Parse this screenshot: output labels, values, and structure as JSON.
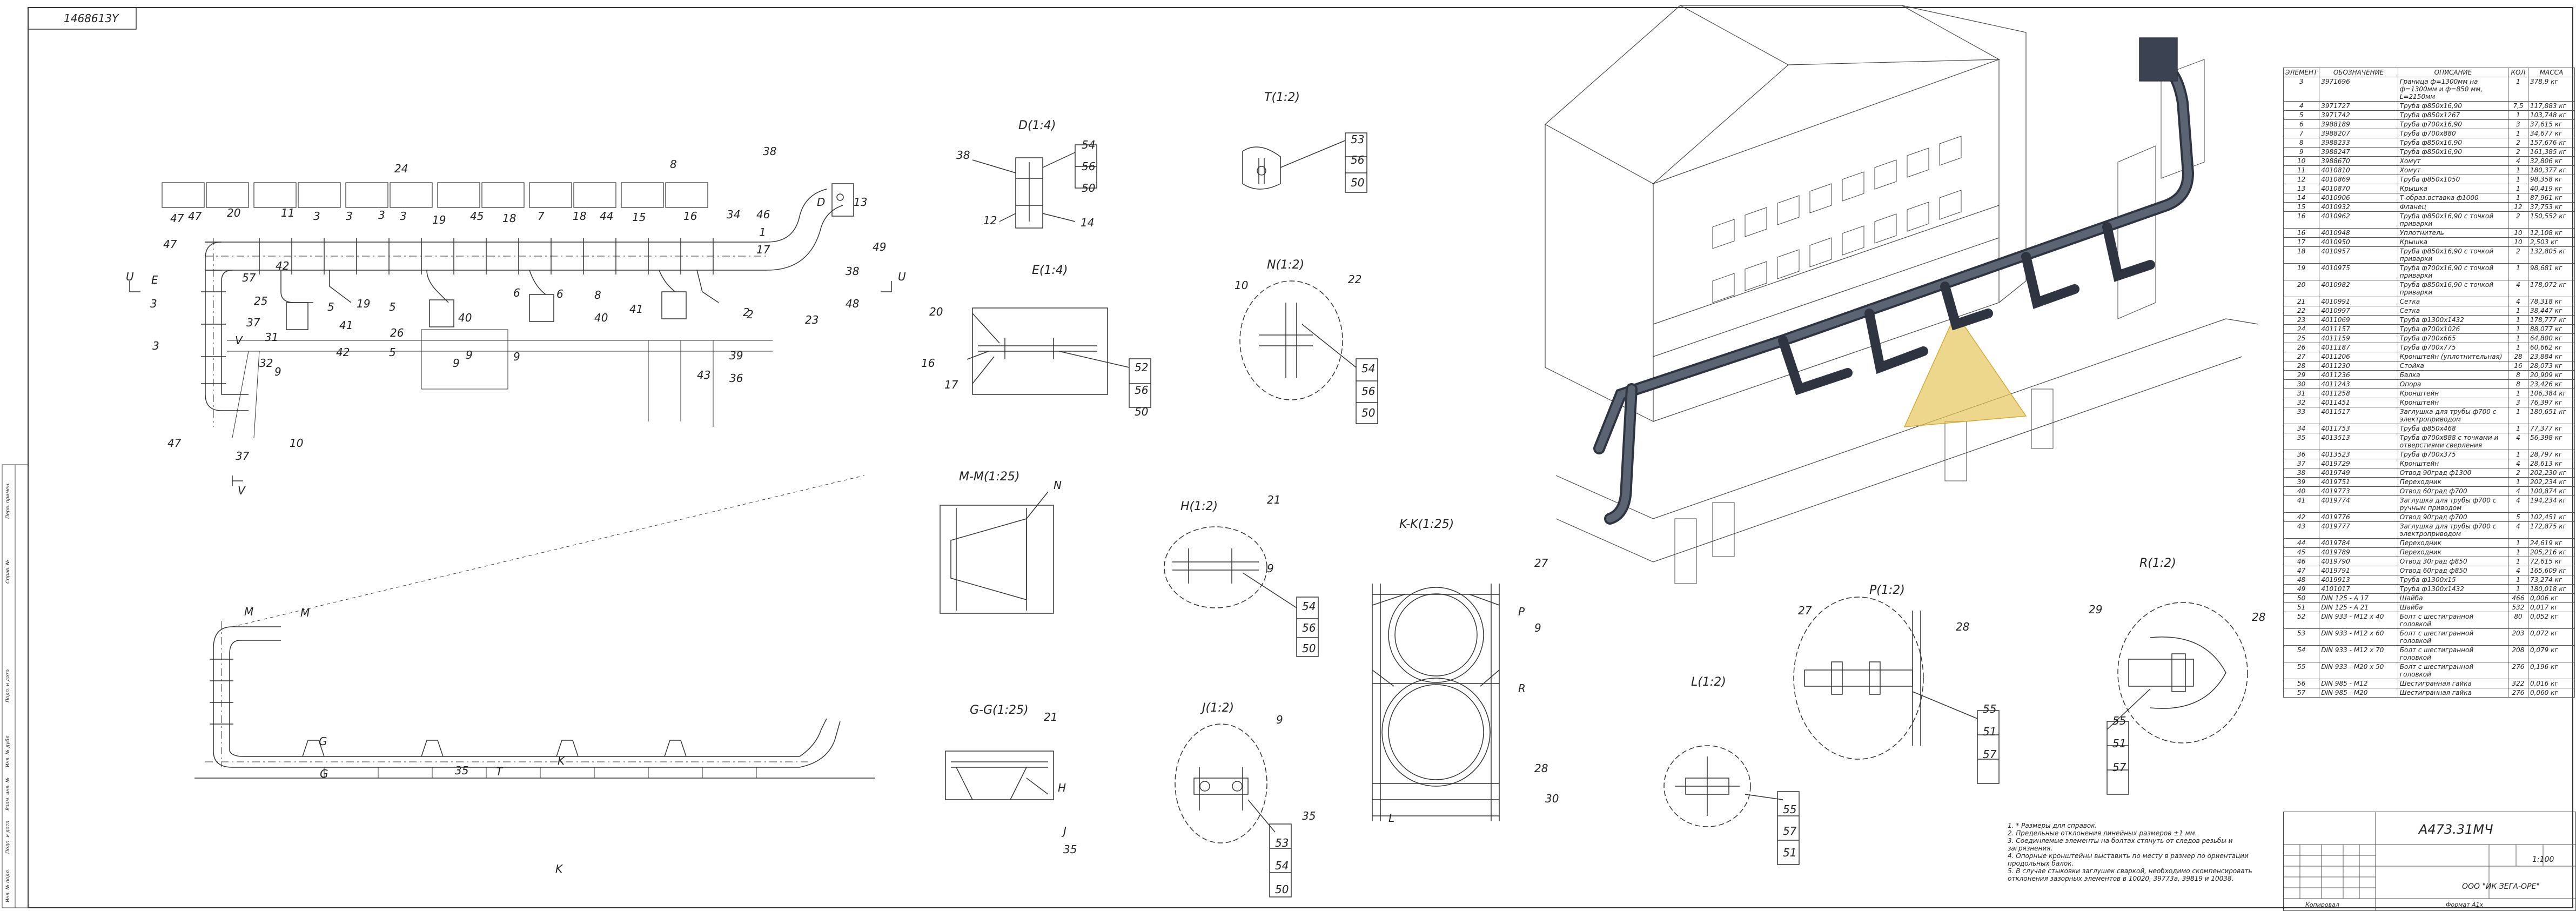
{
  "drawing": {
    "doc_number": "1468613Y",
    "views": {
      "d": "D(1:4)",
      "e": "E(1:4)",
      "t": "T(1:2)",
      "n": "N(1:2)",
      "mm": "M-M(1:25)",
      "h": "H(1:2)",
      "kk": "K-K(1:25)",
      "gg": "G-G(1:25)",
      "j": "J(1:2)",
      "l": "L(1:2)",
      "p": "P(1:2)",
      "r": "R(1:2)"
    },
    "plan_callouts": [
      "47",
      "20",
      "11",
      "3",
      "3",
      "3",
      "24",
      "3",
      "19",
      "45",
      "18",
      "7",
      "18",
      "44",
      "15",
      "8",
      "16",
      "34",
      "46",
      "38",
      "D",
      "13",
      "47",
      "42",
      "57",
      "25",
      "37",
      "31",
      "32",
      "47",
      "9",
      "5",
      "41",
      "42",
      "19",
      "5",
      "26",
      "9",
      "40",
      "6",
      "9",
      "6",
      "8",
      "40",
      "41",
      "43",
      "36",
      "39",
      "17",
      "2",
      "23",
      "48",
      "49",
      "38",
      "47",
      "37",
      "10",
      "3",
      "E",
      "U",
      "U",
      "V",
      "V",
      "3",
      "2",
      "1",
      "9",
      "5"
    ],
    "elev_callouts": [
      "M",
      "M",
      "G",
      "35",
      "T",
      "K",
      "K",
      "G"
    ],
    "detail_callouts": {
      "d": [
        "38",
        "54",
        "56",
        "50",
        "12",
        "14"
      ],
      "e": [
        "20",
        "16",
        "17",
        "52",
        "56",
        "50"
      ],
      "t": [
        "53",
        "56",
        "50"
      ],
      "n": [
        "10",
        "22",
        "54",
        "56",
        "50"
      ],
      "mm": [
        "N"
      ],
      "h": [
        "21",
        "9",
        "54",
        "56",
        "50"
      ],
      "kk": [
        "27",
        "P",
        "9",
        "R",
        "28",
        "30",
        "L"
      ],
      "gg": [
        "21",
        "H",
        "J",
        "35"
      ],
      "j": [
        "9",
        "35",
        "53",
        "54",
        "50"
      ],
      "l": [
        "55",
        "57",
        "51"
      ],
      "p": [
        "27",
        "28",
        "55",
        "51",
        "57"
      ],
      "r": [
        "29",
        "28",
        "55",
        "51",
        "57"
      ]
    }
  },
  "bom": {
    "headers": [
      "ЭЛЕМЕНТ",
      "ОБОЗНАЧЕНИЕ",
      "ОПИСАНИЕ",
      "КОЛ",
      "МАССА"
    ],
    "rows": [
      [
        "3",
        "3971696",
        "Граница ф=1300мм на ф=1300мм и ф=850 мм, L=2150мм",
        "1",
        "378,9 кг"
      ],
      [
        "4",
        "3971727",
        "Труба ф850х16,90",
        "7,5",
        "117,883 кг"
      ],
      [
        "5",
        "3971742",
        "Труба ф850х1267",
        "1",
        "103,748 кг"
      ],
      [
        "6",
        "3988189",
        "Труба ф700х16,90",
        "3",
        "37,615 кг"
      ],
      [
        "7",
        "3988207",
        "Труба ф700х880",
        "1",
        "34,677 кг"
      ],
      [
        "8",
        "3988233",
        "Труба ф850х16,90",
        "2",
        "157,676 кг"
      ],
      [
        "9",
        "3988247",
        "Труба ф850х16,90",
        "2",
        "161,385 кг"
      ],
      [
        "10",
        "3988670",
        "Хомут",
        "4",
        "32,806 кг"
      ],
      [
        "11",
        "4010810",
        "Хомут",
        "1",
        "180,377 кг"
      ],
      [
        "12",
        "4010869",
        "Труба ф850х1050",
        "1",
        "98,358 кг"
      ],
      [
        "13",
        "4010870",
        "Крышка",
        "1",
        "40,419 кг"
      ],
      [
        "14",
        "4010906",
        "Т-образ.вставка ф1000",
        "1",
        "87,961 кг"
      ],
      [
        "15",
        "4010932",
        "Фланец",
        "12",
        "37,753 кг"
      ],
      [
        "16",
        "4010962",
        "Труба ф850х16,90 с точкой приварки",
        "2",
        "150,552 кг"
      ],
      [
        "16",
        "4010948",
        "Уплотнитель",
        "10",
        "12,108 кг"
      ],
      [
        "17",
        "4010950",
        "Крышка",
        "10",
        "2,503 кг"
      ],
      [
        "18",
        "4010957",
        "Труба ф850х16,90 с точкой приварки",
        "2",
        "132,805 кг"
      ],
      [
        "19",
        "4010975",
        "Труба ф700х16,90 с точкой приварки",
        "1",
        "98,681 кг"
      ],
      [
        "20",
        "4010982",
        "Труба ф850х16,90 с точкой приварки",
        "4",
        "178,072 кг"
      ],
      [
        "21",
        "4010991",
        "Сетка",
        "4",
        "78,318 кг"
      ],
      [
        "22",
        "4010997",
        "Сетка",
        "1",
        "38,447 кг"
      ],
      [
        "23",
        "4011069",
        "Труба ф1300х1432",
        "1",
        "178,777 кг"
      ],
      [
        "24",
        "4011157",
        "Труба ф700х1026",
        "1",
        "88,077 кг"
      ],
      [
        "25",
        "4011159",
        "Труба ф700х665",
        "1",
        "64,800 кг"
      ],
      [
        "26",
        "4011187",
        "Труба ф700х775",
        "1",
        "60,662 кг"
      ],
      [
        "27",
        "4011206",
        "Кронштейн (уплотнительная)",
        "28",
        "23,884 кг"
      ],
      [
        "28",
        "4011230",
        "Стойка",
        "16",
        "28,073 кг"
      ],
      [
        "29",
        "4011236",
        "Балка",
        "8",
        "20,909 кг"
      ],
      [
        "30",
        "4011243",
        "Опора",
        "8",
        "23,426 кг"
      ],
      [
        "31",
        "4011258",
        "Кронштейн",
        "1",
        "106,384 кг"
      ],
      [
        "32",
        "4011451",
        "Кронштейн",
        "3",
        "76,397 кг"
      ],
      [
        "33",
        "4011517",
        "Заглушка для трубы ф700 с электроприводом",
        "1",
        "180,651 кг"
      ],
      [
        "34",
        "4011753",
        "Труба ф850х468",
        "1",
        "77,377 кг"
      ],
      [
        "35",
        "4013513",
        "Труба ф700х888 с точками и отверстиями сверления",
        "4",
        "56,398 кг"
      ],
      [
        "36",
        "4013523",
        "Труба ф700х375",
        "1",
        "28,797 кг"
      ],
      [
        "37",
        "4019729",
        "Кронштейн",
        "4",
        "28,613 кг"
      ],
      [
        "38",
        "4019749",
        "Отвод 90град ф1300",
        "2",
        "202,230 кг"
      ],
      [
        "39",
        "4019751",
        "Переходник",
        "1",
        "202,234 кг"
      ],
      [
        "40",
        "4019773",
        "Отвод 60град ф700",
        "4",
        "100,874 кг"
      ],
      [
        "41",
        "4019774",
        "Заглушка для трубы ф700 с ручным приводом",
        "4",
        "194,234 кг"
      ],
      [
        "42",
        "4019776",
        "Отвод 90град ф700",
        "5",
        "102,451 кг"
      ],
      [
        "43",
        "4019777",
        "Заглушка для трубы ф700 с электроприводом",
        "4",
        "172,875 кг"
      ],
      [
        "44",
        "4019784",
        "Переходник",
        "1",
        "24,619 кг"
      ],
      [
        "45",
        "4019789",
        "Переходник",
        "1",
        "205,216 кг"
      ],
      [
        "46",
        "4019790",
        "Отвод 30град ф850",
        "1",
        "72,615 кг"
      ],
      [
        "47",
        "4019791",
        "Отвод 60град ф850",
        "4",
        "165,609 кг"
      ],
      [
        "48",
        "4019913",
        "Труба ф1300х15",
        "1",
        "73,274 кг"
      ],
      [
        "49",
        "4101017",
        "Труба ф1300х1432",
        "1",
        "180,018 кг"
      ],
      [
        "50",
        "DIN 125 - A 17",
        "Шайба",
        "466",
        "0,006 кг"
      ],
      [
        "51",
        "DIN 125 - A 21",
        "Шайба",
        "532",
        "0,017 кг"
      ],
      [
        "52",
        "DIN 933 - M12 x 40",
        "Болт с шестигранной головкой",
        "80",
        "0,052 кг"
      ],
      [
        "53",
        "DIN 933 - M12 x 60",
        "Болт с шестигранной головкой",
        "203",
        "0,072 кг"
      ],
      [
        "54",
        "DIN 933 - M12 x 70",
        "Болт с шестигранной головкой",
        "208",
        "0,079 кг"
      ],
      [
        "55",
        "DIN 933 - M20 x 50",
        "Болт с шестигранной головкой",
        "276",
        "0,196 кг"
      ],
      [
        "56",
        "DIN 985 - M12",
        "Шестигранная гайка",
        "322",
        "0,016 кг"
      ],
      [
        "57",
        "DIN 985 - M20",
        "Шестигранная гайка",
        "276",
        "0,060 кг"
      ]
    ]
  },
  "notes": [
    "1. * Размеры для справок.",
    "2. Предельные отклонения линейных размеров ±1 мм.",
    "3. Соединяемые элементы на болтах стянуть от следов резьбы и загрязнения.",
    "4. Опорные кронштейны выставить по месту в размер по ориентации продольных балок.",
    "5. В случае стыковки заглушек сваркой, необходимо скомпенсировать отклонения зазорных элементов в 10020, 39773а, 39819 и 10038."
  ],
  "title_block": {
    "code": "А473.31MЧ",
    "scale": "1:100",
    "org": "ООО \"ИК ЗЕГА-ОРЕ\"",
    "copied": "Копировал",
    "format": "Формат А1х"
  },
  "side_labels": [
    "Перв. примен.",
    "Справ. №",
    "Подп. и дата",
    "Инв. № дубл.",
    "Взам. инв. №",
    "Подп. и дата",
    "Инв. № подл."
  ]
}
